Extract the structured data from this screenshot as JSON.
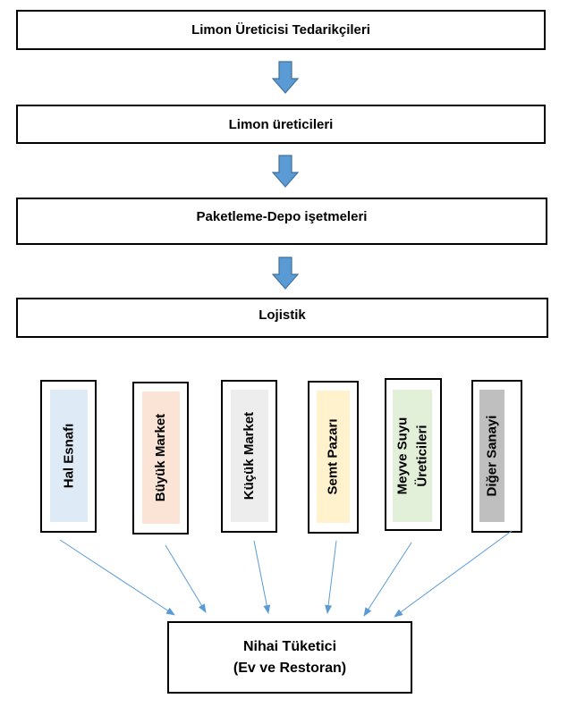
{
  "chain": {
    "suppliers": "Limon Üreticisi Tedarikçileri",
    "producers": "Limon üreticileri",
    "packaging": "Paketleme-Depo işetmeleri",
    "logistics": "Lojistik"
  },
  "channels": [
    {
      "label": "Hal Esnafı",
      "color": "#deeaf6"
    },
    {
      "label": "Büyük Market",
      "color": "#fbe4d5"
    },
    {
      "label": "Küçük Market",
      "color": "#ededed"
    },
    {
      "label": "Semt Pazarı",
      "color": "#fff2cc"
    },
    {
      "label_line1": "Meyve Suyu",
      "label_line2": "Üreticileri",
      "color": "#e2efd9"
    },
    {
      "label": "Diğer Sanayi",
      "color": "#bfbfbf"
    }
  ],
  "final": {
    "line1": "Nihai Tüketici",
    "line2": "(Ev ve Restoran)"
  },
  "colors": {
    "arrow_fill": "#5b9bd5",
    "arrow_stroke": "#41719c",
    "connector": "#5b9bd5"
  }
}
